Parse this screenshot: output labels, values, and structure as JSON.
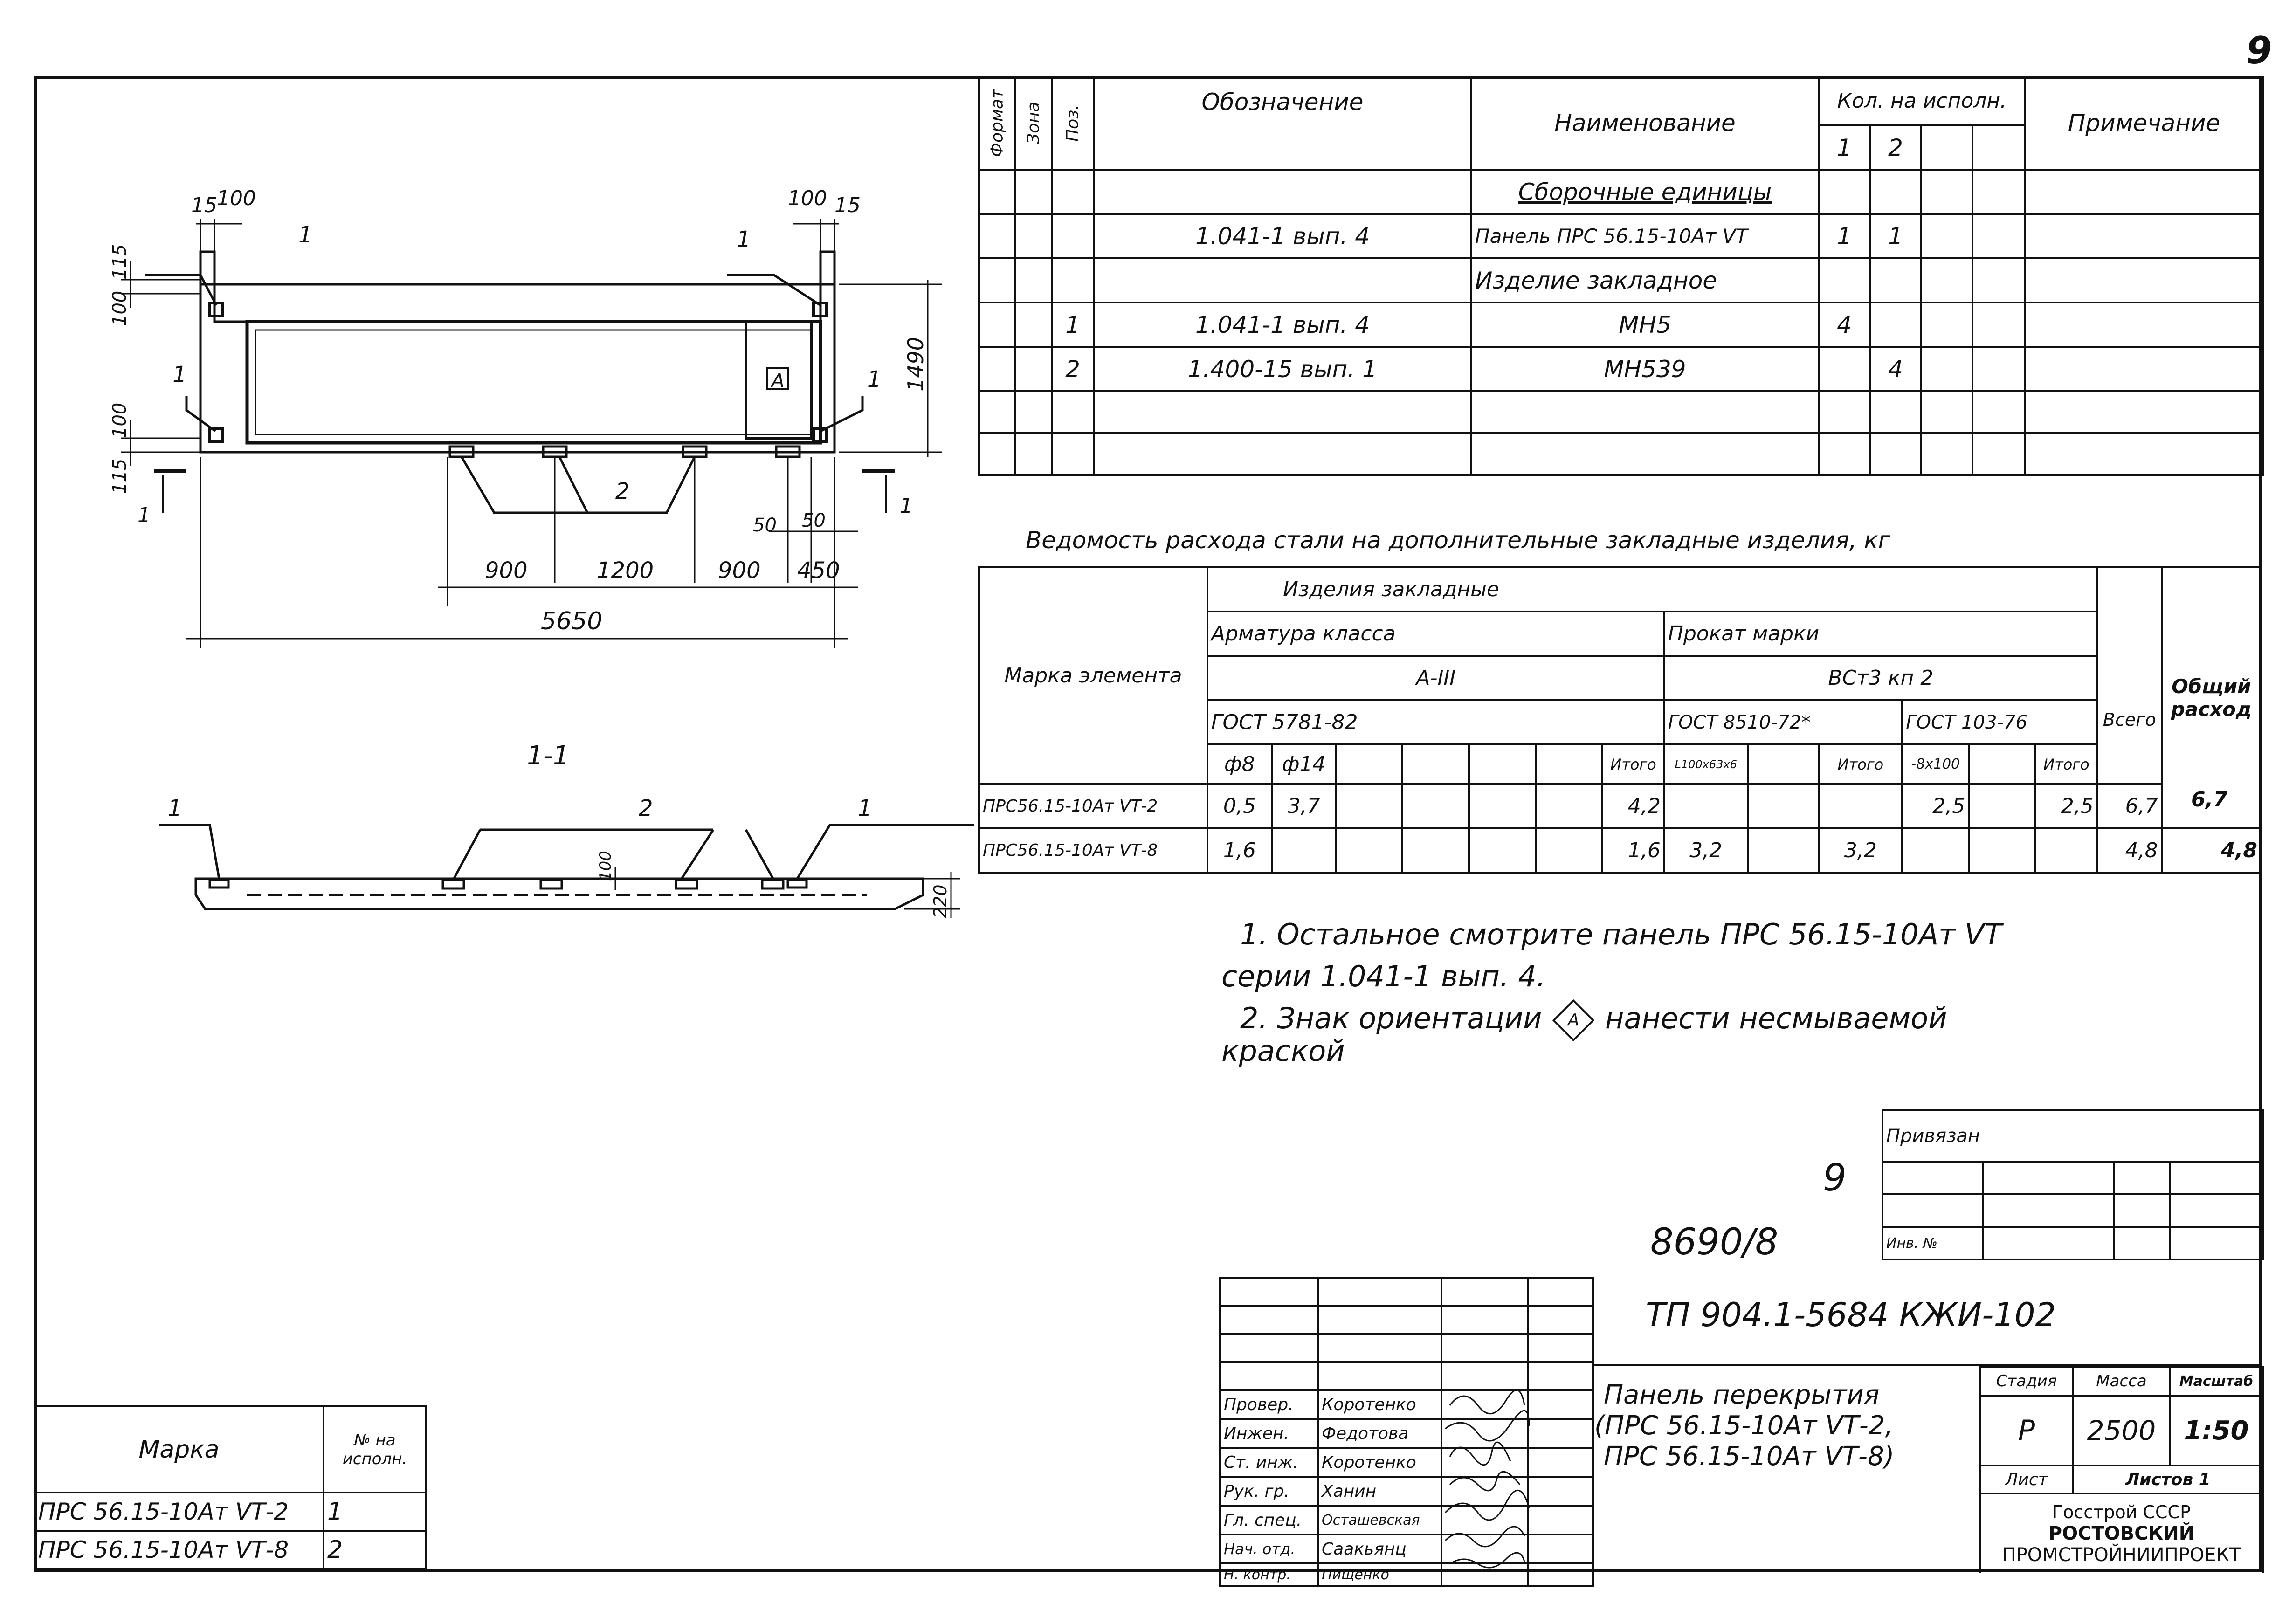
{
  "sheet_number": "9",
  "plan": {
    "dims": {
      "top_left": [
        "15",
        "100"
      ],
      "top_right": [
        "100",
        "15"
      ],
      "left_upper": [
        "100",
        "115"
      ],
      "left_lower": [
        "115",
        "100"
      ],
      "height": "1490",
      "bottom_small": [
        "50",
        "50"
      ],
      "bottom_chain": [
        "900",
        "1200",
        "900",
        "450"
      ],
      "total": "5650"
    },
    "callouts": [
      "1",
      "1",
      "1",
      "1",
      "2"
    ],
    "orientation_mark": "A",
    "cut_mark": "1"
  },
  "section": {
    "title": "1-1",
    "callouts": [
      "1",
      "2",
      "1"
    ],
    "dims": [
      "100",
      "220"
    ]
  },
  "spec_table": {
    "headers": {
      "format": "Формат",
      "zone": "Зона",
      "pos": "Поз.",
      "designation": "Обозначение",
      "name": "Наименование",
      "qty": "Кол. на исполн.",
      "qty_1": "1",
      "qty_2": "2",
      "note": "Примечание"
    },
    "rows": [
      {
        "pos": "",
        "designation": "",
        "name": "Сборочные единицы",
        "q1": "",
        "q2": ""
      },
      {
        "pos": "",
        "designation": "1.041-1 вып. 4",
        "name": "Панель ПРС 56.15-10Ат VТ",
        "q1": "1",
        "q2": "1"
      },
      {
        "pos": "",
        "designation": "",
        "name": "Изделие закладное",
        "q1": "",
        "q2": ""
      },
      {
        "pos": "1",
        "designation": "1.041-1 вып. 4",
        "name": "МН5",
        "q1": "4",
        "q2": ""
      },
      {
        "pos": "2",
        "designation": "1.400-15 вып. 1",
        "name": "МН539",
        "q1": "",
        "q2": "4"
      },
      {
        "pos": "",
        "designation": "",
        "name": "",
        "q1": "",
        "q2": ""
      },
      {
        "pos": "",
        "designation": "",
        "name": "",
        "q1": "",
        "q2": ""
      }
    ]
  },
  "steel_table": {
    "title": "Ведомость расхода стали на дополнительные закладные изделия, кг",
    "headers": {
      "mark": "Марка элемента",
      "items": "Изделия закладные",
      "rebar": "Арматура класса",
      "rebar_class": "А-III",
      "rebar_gost": "ГОСТ   5781-82",
      "rolled": "Прокат марки",
      "rolled_grade": "ВСт3 кп 2",
      "gost1": "ГОСТ 8510-72*",
      "gost2": "ГОСТ 103-76",
      "total": "Всего",
      "overall": "Общий расход",
      "d8": "ф8",
      "d14": "ф14",
      "itogo": "Итого",
      "angle": "L100x63x6",
      "strip": "-8x100"
    },
    "rows": [
      {
        "mark": "ПРС56.15-10Ат VТ-2",
        "d8": "0,5",
        "d14": "3,7",
        "itogo1": "4,2",
        "angle": "",
        "itogo2": "",
        "strip": "2,5",
        "itogo3": "2,5",
        "total": "6,7",
        "overall": "6,7"
      },
      {
        "mark": "ПРС56.15-10Ат VТ-8",
        "d8": "1,6",
        "d14": "",
        "itogo1": "1,6",
        "angle": "3,2",
        "itogo2": "3,2",
        "strip": "",
        "itogo3": "",
        "total": "4,8",
        "overall": "4,8"
      }
    ]
  },
  "notes": {
    "line1": "1. Остальное смотрите  панель  ПРС 56.15-10Ат VТ",
    "line2": "серии  1.041-1 вып. 4.",
    "line3_a": "2. Знак  ориентации",
    "line3_mark": "А",
    "line3_b": "нанести  несмываемой",
    "line4": "краской"
  },
  "hand_notes": {
    "nine": "9",
    "ref": "8690/8"
  },
  "privyazan": {
    "label": "Привязан",
    "inv": "Инв. №"
  },
  "mark_table": {
    "header_mark": "Марка",
    "header_no": "№ на исполн.",
    "rows": [
      {
        "mark": "ПРС 56.15-10Ат VТ-2",
        "no": "1"
      },
      {
        "mark": "ПРС 56.15-10Ат VТ-8",
        "no": "2"
      }
    ]
  },
  "title_block": {
    "doc_code": "ТП 904.1-5684 КЖИ-102",
    "description": [
      "Панель перекрытия",
      "(ПРС 56.15-10Ат VТ-2,",
      "ПРС 56.15-10Ат VТ-8)"
    ],
    "stage_label": "Стадия",
    "mass_label": "Масса",
    "scale_label": "Масштаб",
    "stage": "Р",
    "mass": "2500",
    "scale": "1:50",
    "sheet_label": "Лист",
    "sheets_label": "Листов 1",
    "org": [
      "Госстрой СССР",
      "РОСТОВСКИЙ",
      "ПРОМСТРОЙНИИПРОЕКТ"
    ],
    "signatures": [
      {
        "role": "Провер.",
        "name": "Коротенко"
      },
      {
        "role": "Инжен.",
        "name": "Федотова"
      },
      {
        "role": "Ст. инж.",
        "name": "Коротенко"
      },
      {
        "role": "Рук. гр.",
        "name": "Ханин"
      },
      {
        "role": "Гл. спец.",
        "name": "Осташевская"
      },
      {
        "role": "Нач. отд.",
        "name": "Саакьянц"
      },
      {
        "role": "Н. контр.",
        "name": "Пищенко"
      }
    ]
  }
}
